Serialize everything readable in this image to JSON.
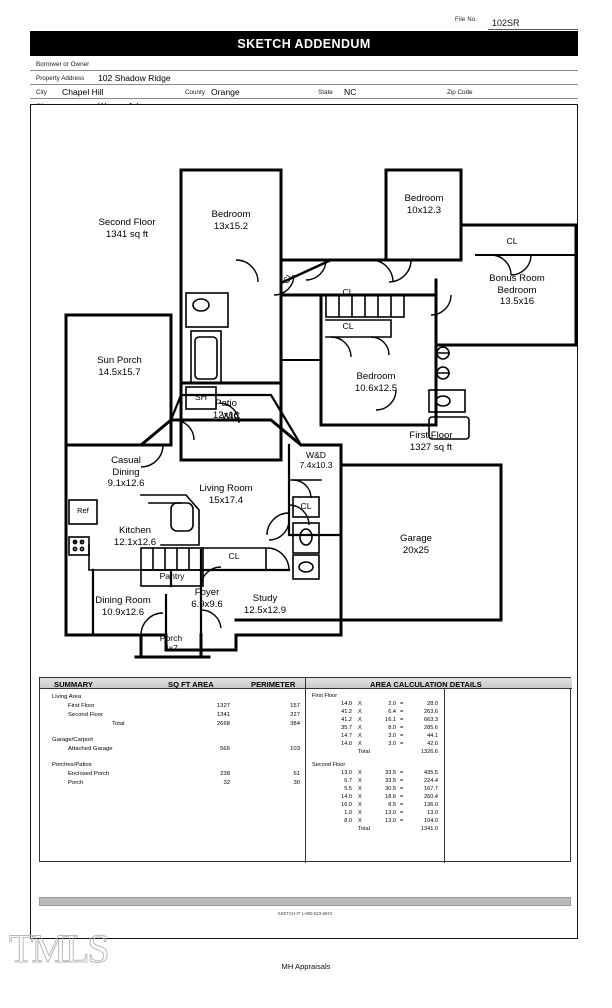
{
  "header": {
    "file_no_label": "File No.",
    "file_no_value": "102SR",
    "title": "SKETCH ADDENDUM",
    "fields": [
      {
        "label": "Borrower or Owner",
        "value": ""
      },
      {
        "label": "Property Address",
        "value": "102 Shadow Ridge"
      },
      {
        "label": "City",
        "value": "Chapel Hill"
      },
      {
        "label": "County",
        "value": "Orange"
      },
      {
        "label": "State",
        "value": "NC"
      },
      {
        "label": "Zip Code",
        "value": ""
      },
      {
        "label": "Client",
        "value": "Warren Adamson"
      }
    ]
  },
  "sketch": {
    "floors": [
      {
        "name": "Second Floor",
        "area": "1341 sq ft"
      },
      {
        "name": "First Floor",
        "area": "1327 sq ft"
      }
    ],
    "rooms": [
      {
        "name": "Bedroom",
        "dims": "13x15.2"
      },
      {
        "name": "Bedroom",
        "dims": "10x12.3"
      },
      {
        "name": "Bedroom",
        "dims": "10.6x12.5"
      },
      {
        "name": "Bonus Room Bedroom",
        "dims": "13.5x16"
      },
      {
        "name": "WIC",
        "dims": ""
      },
      {
        "name": "SH",
        "dims": ""
      },
      {
        "name": "CL",
        "dims": ""
      },
      {
        "name": "Sun Porch",
        "dims": "14.5x15.7"
      },
      {
        "name": "Patio",
        "dims": "12x16"
      },
      {
        "name": "Casual Dining",
        "dims": "9.1x12.6"
      },
      {
        "name": "Living Room",
        "dims": "15x17.4"
      },
      {
        "name": "Kitchen",
        "dims": "12.1x12.6"
      },
      {
        "name": "Pantry",
        "dims": ""
      },
      {
        "name": "Ref",
        "dims": ""
      },
      {
        "name": "Dining Room",
        "dims": "10.9x12.6"
      },
      {
        "name": "Foyer",
        "dims": "6.9x9.6"
      },
      {
        "name": "Study",
        "dims": "12.5x12.9"
      },
      {
        "name": "Porch",
        "dims": "4x7"
      },
      {
        "name": "W&D",
        "dims": "7.4x10.3"
      },
      {
        "name": "Garage",
        "dims": "20x25"
      }
    ],
    "labels": {
      "second_floor": "Second Floor",
      "second_floor_area": "1341 sq ft",
      "first_floor": "First Floor",
      "first_floor_area": "1327 sq ft",
      "bedroom1": "Bedroom\n13x15.2",
      "bedroom2": "Bedroom\n10x12.3",
      "bedroom3": "Bedroom\n10.6x12.5",
      "bonus": "Bonus Room\nBedroom\n13.5x16",
      "wic": "WIC",
      "sh": "SH",
      "cl": "CL",
      "sunporch": "Sun Porch\n14.5x15.7",
      "patio": "Patio\n12x16",
      "casual_dining": "Casual\nDining\n9.1x12.6",
      "living_room": "Living Room\n15x17.4",
      "kitchen": "Kitchen\n12.1x12.6",
      "pantry": "Pantry",
      "ref": "Ref",
      "dining_room": "Dining Room\n10.9x12.6",
      "foyer": "Foyer\n6.9x9.6",
      "study": "Study\n12.5x12.9",
      "porch": "Porch\n4x7",
      "wd": "W&D\n7.4x10.3",
      "garage": "Garage\n20x25"
    }
  },
  "summary": {
    "headers": [
      "SUMMARY",
      "SQ FT AREA",
      "PERIMETER"
    ],
    "groups": [
      {
        "title": "Living Area",
        "rows": [
          {
            "label": "First Floor",
            "area": "1327",
            "perimeter": "157"
          },
          {
            "label": "Second Floor",
            "area": "1341",
            "perimeter": "227"
          },
          {
            "label": "Total",
            "area": "2668",
            "perimeter": "384",
            "is_total": true
          }
        ]
      },
      {
        "title": "Garage/Carport",
        "rows": [
          {
            "label": "Attached Garage",
            "area": "566",
            "perimeter": "103"
          }
        ]
      },
      {
        "title": "Porches/Patios",
        "rows": [
          {
            "label": "Enclosed Porch",
            "area": "238",
            "perimeter": "61"
          },
          {
            "label": "Porch",
            "area": "32",
            "perimeter": "30"
          }
        ]
      }
    ]
  },
  "calc_details": {
    "header": "AREA CALCULATION DETAILS",
    "sections": [
      {
        "title": "First Floor",
        "rows": [
          {
            "a": "14.0",
            "x": "X",
            "b": "2.0",
            "eq": "=",
            "result": "28.0"
          },
          {
            "a": "41.2",
            "x": "X",
            "b": "6.4",
            "eq": "=",
            "result": "263.6"
          },
          {
            "a": "41.2",
            "x": "X",
            "b": "16.1",
            "eq": "=",
            "result": "663.3"
          },
          {
            "a": "35.7",
            "x": "X",
            "b": "8.0",
            "eq": "=",
            "result": "285.6"
          },
          {
            "a": "14.7",
            "x": "X",
            "b": "3.0",
            "eq": "=",
            "result": "44.1"
          },
          {
            "a": "14.0",
            "x": "X",
            "b": "3.0",
            "eq": "=",
            "result": "42.0"
          }
        ],
        "total_label": "Total",
        "total": "1326.6"
      },
      {
        "title": "Second Floor",
        "rows": [
          {
            "a": "13.0",
            "x": "X",
            "b": "33.5",
            "eq": "=",
            "result": "435.5"
          },
          {
            "a": "6.7",
            "x": "X",
            "b": "33.5",
            "eq": "=",
            "result": "224.4"
          },
          {
            "a": "5.5",
            "x": "X",
            "b": "30.5",
            "eq": "=",
            "result": "167.7"
          },
          {
            "a": "14.0",
            "x": "X",
            "b": "18.6",
            "eq": "=",
            "result": "260.4"
          },
          {
            "a": "16.0",
            "x": "X",
            "b": "8.5",
            "eq": "=",
            "result": "136.0"
          },
          {
            "a": "1.0",
            "x": "X",
            "b": "13.0",
            "eq": "=",
            "result": "13.0"
          },
          {
            "a": "8.0",
            "x": "X",
            "b": "13.0",
            "eq": "=",
            "result": "104.0"
          }
        ],
        "total_label": "Total",
        "total": "1341.0"
      }
    ]
  },
  "footer": {
    "sketch_credit": "SKETCH-IT 1-800-523-6872",
    "watermark": "TMLS",
    "note": "MH Appraisals"
  }
}
